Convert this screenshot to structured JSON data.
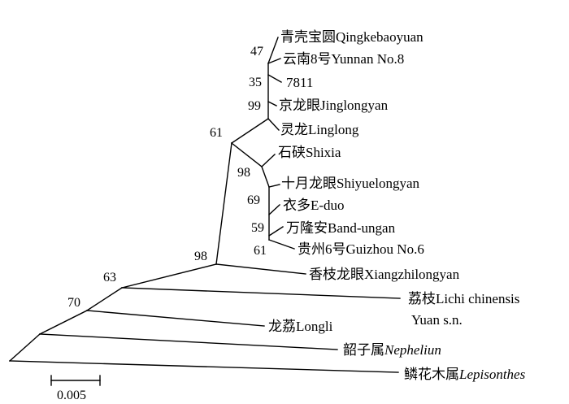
{
  "taxa": {
    "qingkebaoyuan": "青壳宝圆Qingkebaoyuan",
    "yunnan8": "云南8号Yunnan No.8",
    "t7811": "7811",
    "jinglongyan": "京龙眼Jinglongyan",
    "linglong": "灵龙Linglong",
    "shixia": "石硖Shixia",
    "shiyuelongyan": "十月龙眼Shiyuelongyan",
    "eduo": "衣多E-duo",
    "bandungan": "万隆安Band-ungan",
    "guizhou6": "贵州6号Guizhou No.6",
    "xiangzhilongyan": "香枝龙眼Xiangzhilongyan",
    "lichi_line1": "荔枝Lichi chinensis",
    "lichi_line2": "Yuan s.n.",
    "longli": "龙荔Longli",
    "nephelium_cn": "韶子属",
    "nephelium_latin": "Nepheliun",
    "lepisanthes_cn": "鳞花木属",
    "lepisanthes_latin": "Lepisonthes"
  },
  "bootstrap": {
    "b47": "47",
    "b35": "35",
    "b99": "99",
    "b61_top": "61",
    "b98_mid": "98",
    "b69": "69",
    "b59": "59",
    "b61_low": "61",
    "b98_root": "98",
    "b63": "63",
    "b70": "70"
  },
  "scale_bar": {
    "label": "0.005"
  }
}
